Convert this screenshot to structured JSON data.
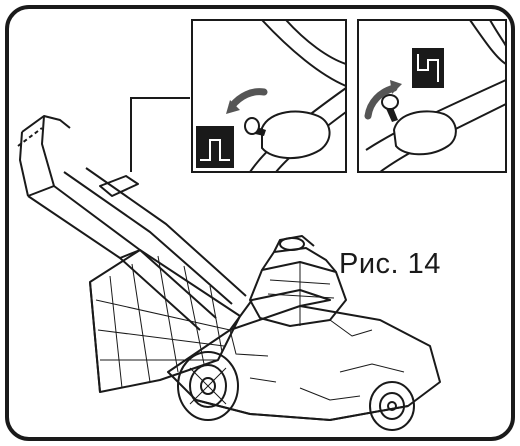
{
  "figure": {
    "caption": "Рис. 14"
  },
  "panels": [
    {
      "icon": "throttle-fast-icon",
      "arrow": "counterclockwise"
    },
    {
      "icon": "throttle-slow-icon",
      "arrow": "clockwise"
    }
  ],
  "colors": {
    "line": "#1a1a1a",
    "background": "#ffffff",
    "icon_fill": "#1a1a1a"
  }
}
